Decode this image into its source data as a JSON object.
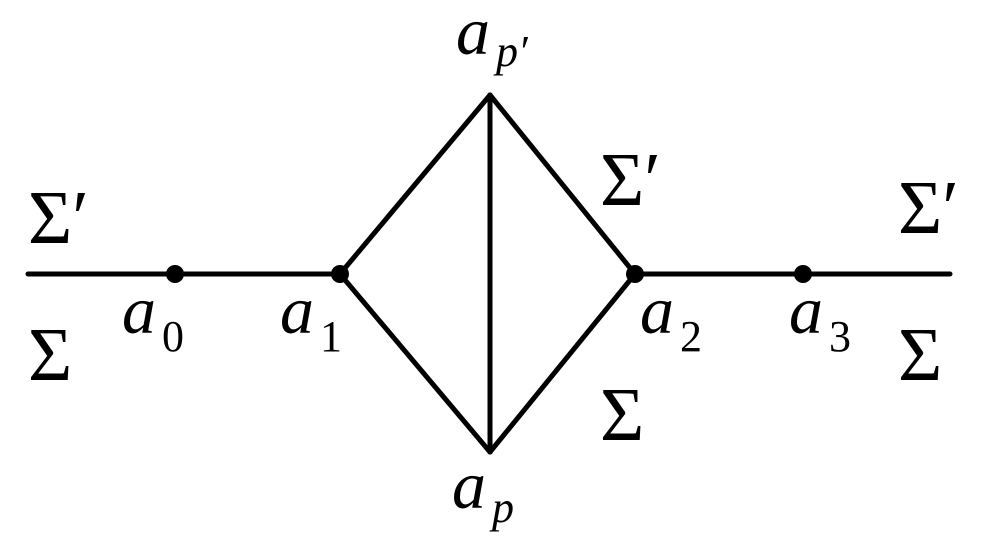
{
  "labels": {
    "node_a0": {
      "base": "a",
      "sub": "0"
    },
    "node_a1": {
      "base": "a",
      "sub": "1"
    },
    "node_a2": {
      "base": "a",
      "sub": "2"
    },
    "node_a3": {
      "base": "a",
      "sub": "3"
    },
    "node_ap": {
      "base": "a",
      "sub": "p"
    },
    "node_ap_prime": {
      "base": "a",
      "sub": "p′"
    },
    "sigma": "Σ",
    "sigma_prime": "Σ′"
  }
}
